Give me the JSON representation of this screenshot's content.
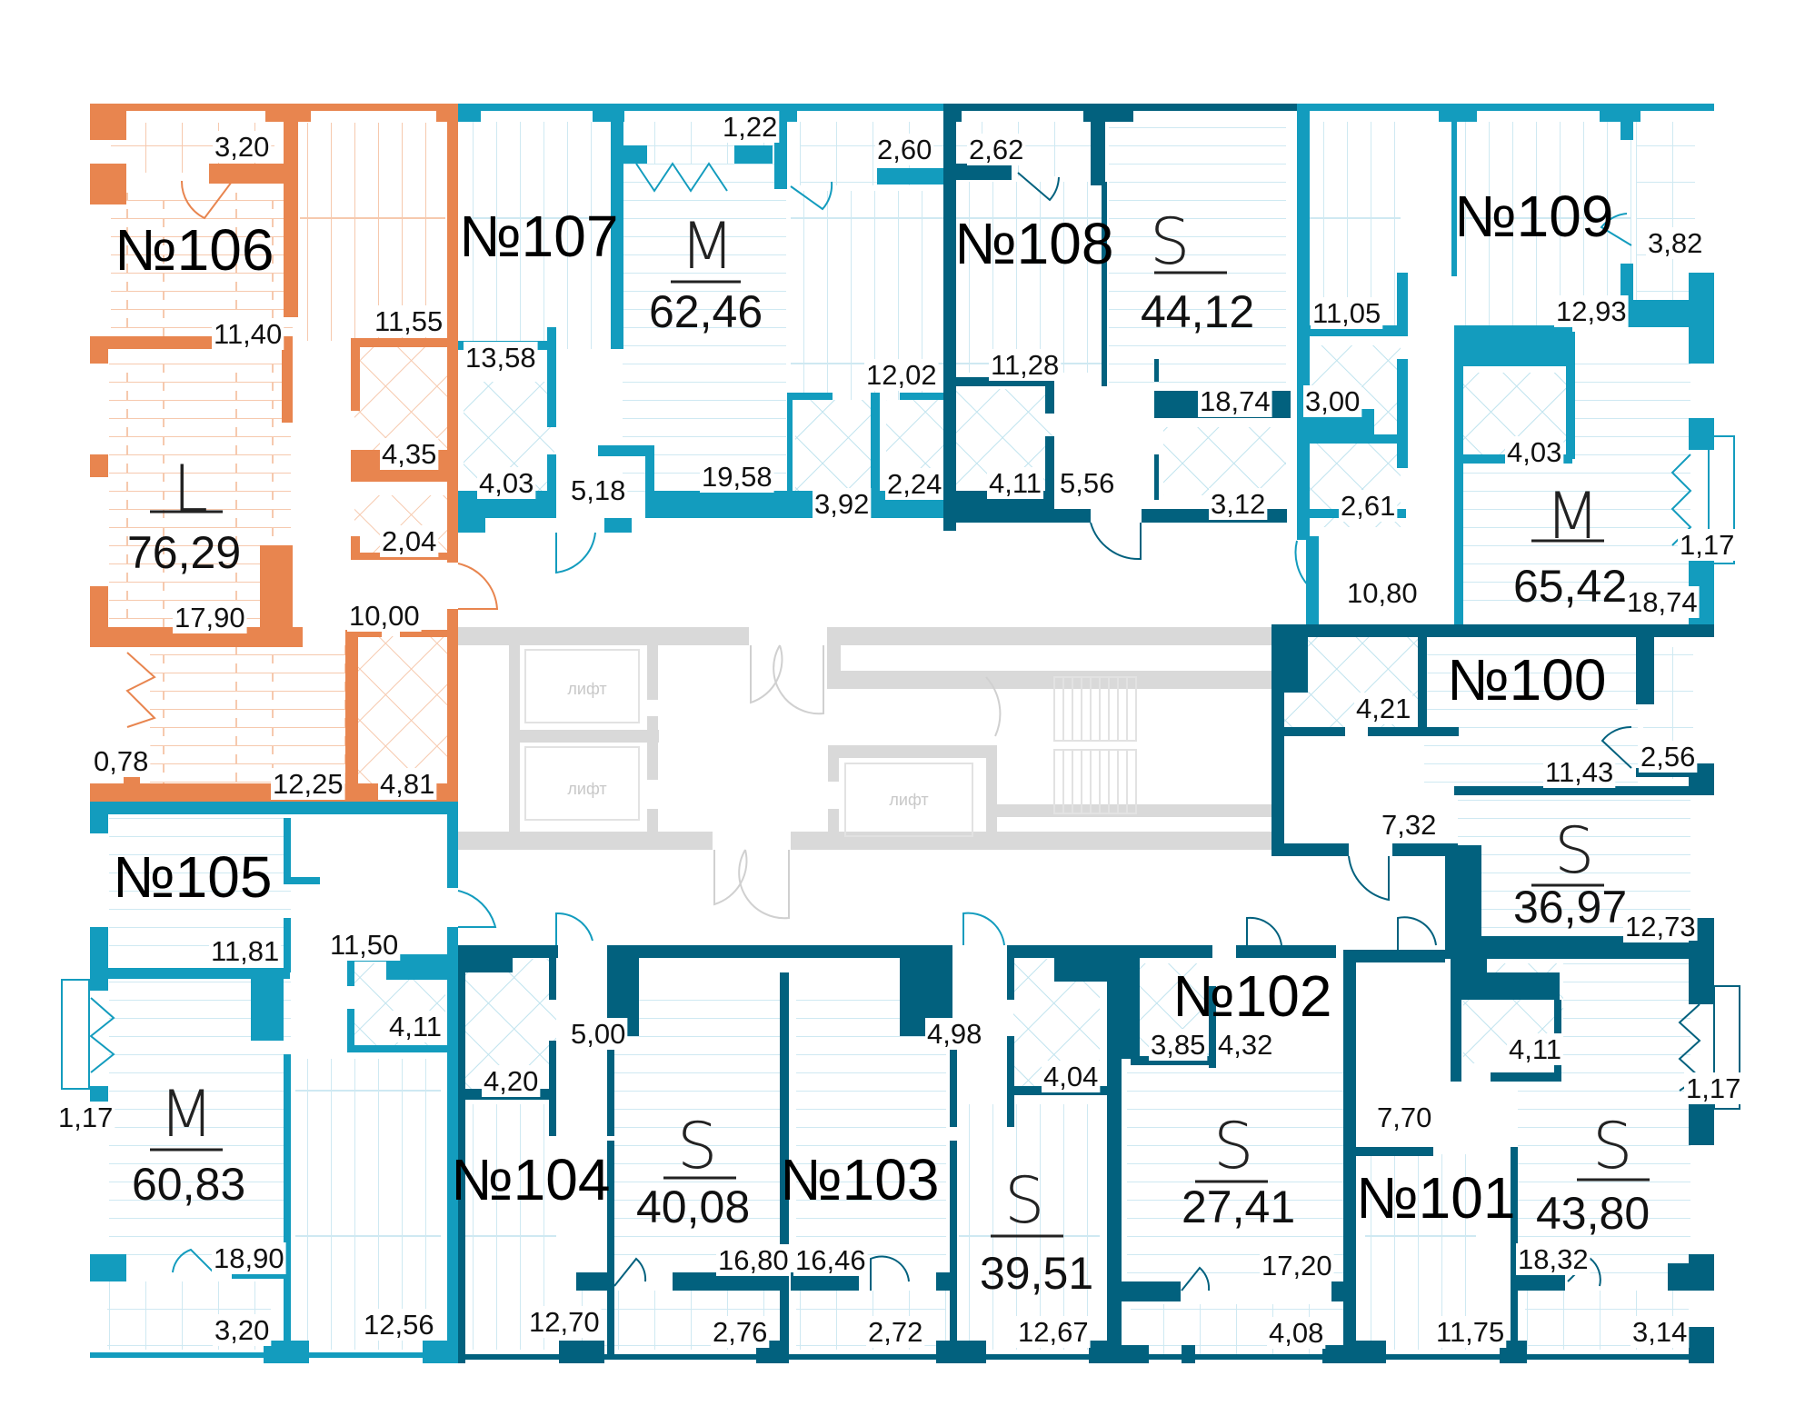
{
  "plan": {
    "colors": {
      "orange": "#e8854f",
      "orange_light": "#f6c9ae",
      "teal": "#139cbe",
      "teal_light": "#bfe3ee",
      "dark_teal": "#02617e",
      "core_gray": "#d9d9d9",
      "text": "#111111"
    },
    "core": {
      "lift_label": "лифт"
    },
    "apartments": [
      {
        "number": "№106",
        "type": "L",
        "total": "76,29",
        "color": "orange",
        "rooms": [
          "3,20",
          "11,40",
          "11,55",
          "4,35",
          "2,04",
          "17,90",
          "10,00",
          "0,78",
          "12,25",
          "4,81"
        ]
      },
      {
        "number": "№107",
        "type": "M",
        "total": "62,46",
        "color": "teal",
        "rooms": [
          "1,22",
          "13,58",
          "4,03",
          "5,18",
          "19,58",
          "2,60",
          "12,02",
          "3,92",
          "2,24"
        ]
      },
      {
        "number": "№108",
        "type": "S",
        "total": "44,12",
        "color": "dark_teal",
        "rooms": [
          "2,62",
          "11,28",
          "4,11",
          "5,56",
          "18,74",
          "3,12"
        ]
      },
      {
        "number": "№109",
        "type": "M",
        "total": "65,42",
        "color": "teal",
        "rooms": [
          "11,05",
          "3,00",
          "2,61",
          "10,80",
          "12,93",
          "3,82",
          "4,03",
          "1,17",
          "18,74"
        ]
      },
      {
        "number": "№100",
        "type": "S",
        "total": "36,97",
        "color": "dark_teal",
        "rooms": [
          "4,21",
          "11,43",
          "2,56",
          "7,32",
          "12,73"
        ]
      },
      {
        "number": "№105",
        "type": "M",
        "total": "60,83",
        "color": "teal",
        "rooms": [
          "11,81",
          "11,50",
          "4,11",
          "1,17",
          "18,90",
          "3,20",
          "12,56"
        ]
      },
      {
        "number": "№104",
        "type": "S",
        "total": "40,08",
        "color": "dark_teal",
        "rooms": [
          "4,20",
          "5,00",
          "12,70",
          "16,80",
          "2,76"
        ]
      },
      {
        "number": "№103",
        "type": "S",
        "total": "39,51",
        "color": "dark_teal",
        "rooms": [
          "4,98",
          "4,04",
          "16,46",
          "2,72",
          "12,67"
        ]
      },
      {
        "number": "№102",
        "type": "S",
        "total": "27,41",
        "color": "dark_teal",
        "rooms": [
          "3,85",
          "4,32",
          "17,20",
          "4,08"
        ]
      },
      {
        "number": "№101",
        "type": "S",
        "total": "43,80",
        "color": "dark_teal",
        "rooms": [
          "7,70",
          "4,11",
          "1,17",
          "11,75",
          "18,32",
          "3,14"
        ]
      }
    ]
  }
}
